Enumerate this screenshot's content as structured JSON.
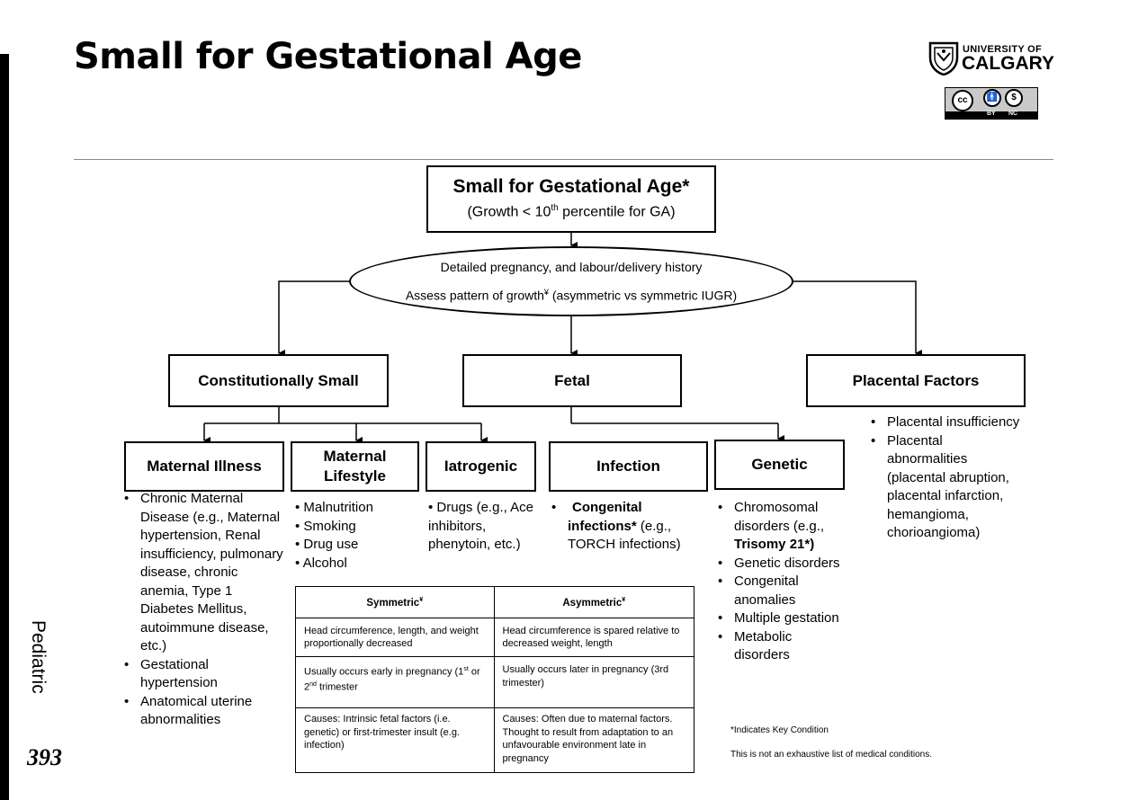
{
  "header": {
    "title": "Small for Gestational Age",
    "logo": {
      "line1": "UNIVERSITY OF",
      "line2": "CALGARY",
      "icon": "crest-icon"
    },
    "license": {
      "text": "cc",
      "by": "BY",
      "nc": "NC"
    }
  },
  "side": {
    "section": "Pediatric",
    "page": "393"
  },
  "diagram": {
    "root": {
      "title": "Small for Gestational Age*",
      "sub_pre": "(Growth < 10",
      "sub_sup": "th",
      "sub_post": " percentile for GA)"
    },
    "assessment": {
      "line1": "Detailed pregnancy, and labour/delivery history",
      "line2_pre": "Assess pattern of growth",
      "line2_sup": "¥",
      "line2_post": " (asymmetric vs symmetric IUGR)"
    },
    "branches": {
      "constitutional": "Constitutionally Small",
      "fetal": "Fetal",
      "placental": "Placental Factors"
    },
    "sub": {
      "maternal_illness": "Maternal Illness",
      "maternal_lifestyle_1": "Maternal",
      "maternal_lifestyle_2": "Lifestyle",
      "iatrogenic": "Iatrogenic",
      "infection": "Infection",
      "genetic": "Genetic"
    },
    "maternal_illness_items": {
      "i1": "Chronic Maternal Disease (e.g., Maternal hypertension, Renal insufficiency, pulmonary disease, chronic anemia, Type 1 Diabetes Mellitus, autoimmune disease, etc.)",
      "i2": "Gestational hypertension",
      "i3": "Anatomical uterine abnormalities"
    },
    "lifestyle_items": {
      "i1": "• Malnutrition",
      "i2": "• Smoking",
      "i3": "• Drug use",
      "i4": "• Alcohol"
    },
    "iatrogenic_items": {
      "i1": "• Drugs (e.g., Ace inhibitors, phenytoin, etc.)"
    },
    "infection_items": {
      "i1_bold": "Congenital infections*",
      "i1_rest": " (e.g., TORCH infections)"
    },
    "genetic_items": {
      "i1_pre": "Chromosomal disorders (e.g., ",
      "i1_bold": "Trisomy 21*)",
      "i2": "Genetic disorders",
      "i3": "Congenital anomalies",
      "i4": "Multiple gestation",
      "i5": "Metabolic disorders"
    },
    "placental_items": {
      "i1": "Placental insufficiency",
      "i2": "Placental abnormalities (placental abruption, placental infarction, hemangioma, chorioangioma)"
    }
  },
  "table": {
    "headers": {
      "symmetric": "Symmetric",
      "asymmetric": "Asymmetric",
      "sup": "¥"
    },
    "rows": [
      {
        "sym": "Head circumference, length, and weight proportionally decreased",
        "asym": "Head circumference is spared relative to decreased weight, length"
      },
      {
        "sym_pre": "Usually occurs early in pregnancy (1",
        "sym_sup1": "st",
        "sym_mid": " or 2",
        "sym_sup2": "nd",
        "sym_post": " trimester",
        "asym": "Usually occurs later in pregnancy (3rd trimester)"
      },
      {
        "sym": "Causes: Intrinsic fetal factors (i.e. genetic) or first-trimester insult (e.g. infection)",
        "asym": "Causes: Often due to maternal factors. Thought to result from adaptation to an unfavourable environment late in pregnancy"
      }
    ]
  },
  "notes": {
    "key": "*Indicates Key Condition",
    "disclaimer": "This is not an exhaustive list of medical conditions."
  }
}
